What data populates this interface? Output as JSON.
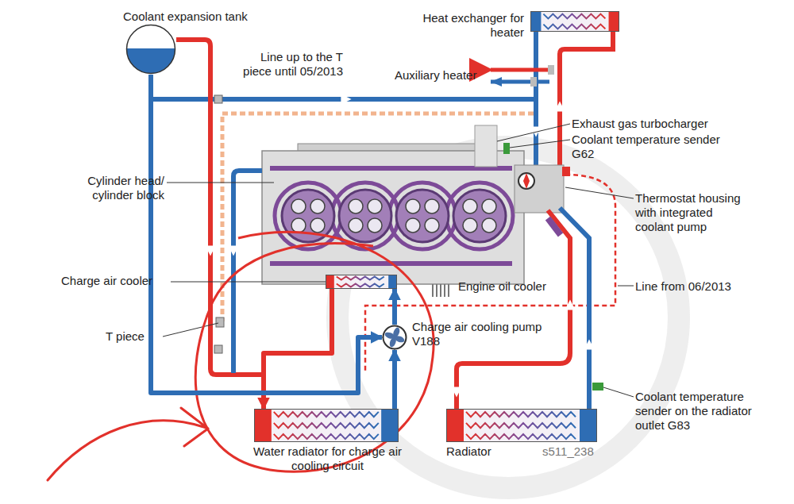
{
  "diagram": {
    "nodes": [
      {
        "text": [
          "Coolant expansion tank"
        ]
      },
      {
        "text": [
          "Heat exchanger for heater"
        ]
      },
      {
        "text": [
          "Charge air cooler"
        ]
      },
      {
        "text": [
          "Charge air cooling pump V188"
        ]
      },
      {
        "text": [
          "Water radiator for charge air cooling circuit"
        ]
      },
      {
        "text": [
          "Radiator"
        ]
      }
    ],
    "edges": [
      {
        "from": 4,
        "to": 3,
        "arrow": "to"
      },
      {
        "from": 3,
        "to": 2,
        "arrow": "to"
      },
      {
        "from": 2,
        "to": 4,
        "arrow": "to"
      },
      {
        "from": 0,
        "to": 3,
        "arrow": "to"
      }
    ],
    "labels": [
      "Line up to the T piece until 05/2013",
      "Auxiliary heater",
      "Exhaust gas turbocharger",
      "Coolant temperature sender G62",
      "Cylinder head/ cylinder block",
      "Thermostat housing with integrated coolant pump",
      "Engine oil cooler",
      "Line from 06/2013",
      "T piece",
      "Coolant temperature sender on the radiator outlet G83",
      "s511_238"
    ]
  }
}
